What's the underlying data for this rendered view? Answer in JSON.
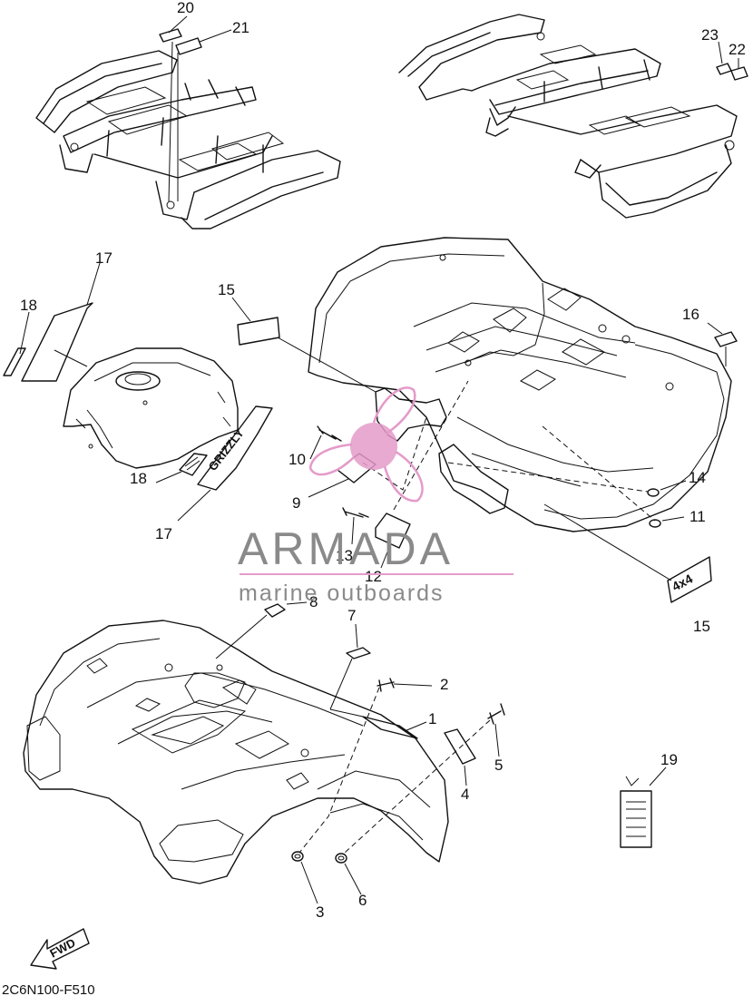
{
  "watermark": {
    "brand": "ARMADA",
    "tagline": "marine outboards",
    "colors": {
      "logo_pink": "#e49bc9",
      "text_gray": "#8a8a8a"
    }
  },
  "diagram_code": "2C6N100-F510",
  "fwd_label": "FWD",
  "decals": {
    "fourbyfour": "4x4",
    "grizzly": "GRIZZLY"
  },
  "callouts": [
    {
      "id": "c20",
      "label": "20"
    },
    {
      "id": "c21",
      "label": "21"
    },
    {
      "id": "c23",
      "label": "23"
    },
    {
      "id": "c22",
      "label": "22"
    },
    {
      "id": "c17a",
      "label": "17"
    },
    {
      "id": "c18a",
      "label": "18"
    },
    {
      "id": "c15a",
      "label": "15"
    },
    {
      "id": "c16",
      "label": "16"
    },
    {
      "id": "c10",
      "label": "10"
    },
    {
      "id": "c9",
      "label": "9"
    },
    {
      "id": "c18b",
      "label": "18"
    },
    {
      "id": "c17b",
      "label": "17"
    },
    {
      "id": "c14",
      "label": "14"
    },
    {
      "id": "c11",
      "label": "11"
    },
    {
      "id": "c13",
      "label": "13"
    },
    {
      "id": "c12",
      "label": "12"
    },
    {
      "id": "c15b",
      "label": "15"
    },
    {
      "id": "c8",
      "label": "8"
    },
    {
      "id": "c7",
      "label": "7"
    },
    {
      "id": "c2",
      "label": "2"
    },
    {
      "id": "c1",
      "label": "1"
    },
    {
      "id": "c5",
      "label": "5"
    },
    {
      "id": "c4",
      "label": "4"
    },
    {
      "id": "c19",
      "label": "19"
    },
    {
      "id": "c3",
      "label": "3"
    },
    {
      "id": "c6",
      "label": "6"
    }
  ]
}
